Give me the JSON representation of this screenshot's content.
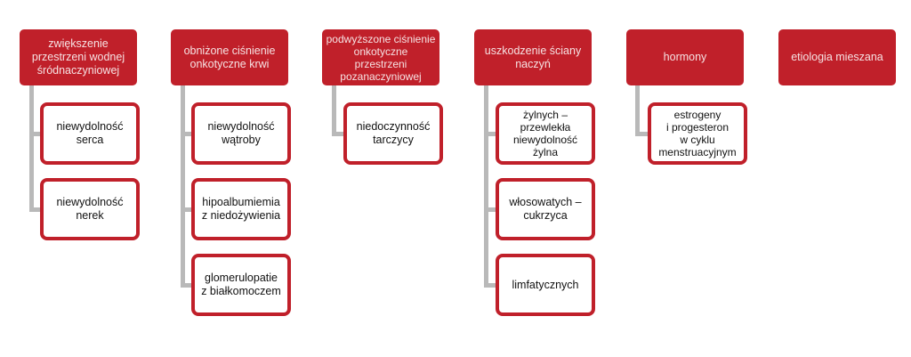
{
  "colors": {
    "parent_fill": "#c0202a",
    "parent_text": "#f6e2e3",
    "child_border": "#c0202a",
    "child_text": "#111111",
    "connector": "#b9b9b9"
  },
  "columns": [
    {
      "label": "zwiększenie\nprzestrzeni wodnej\nśródnaczyniowej",
      "children": [
        {
          "label": "niewydolność\nserca"
        },
        {
          "label": "niewydolność\nnerek"
        }
      ]
    },
    {
      "label": "obniżone ciśnienie\nonkotyczne krwi",
      "children": [
        {
          "label": "niewydolność\nwątroby"
        },
        {
          "label": "hipoalbumiemia\nz niedożywienia"
        },
        {
          "label": "glomerulopatie\nz białkomoczem"
        }
      ]
    },
    {
      "label": "podwyższone ciśnienie\nonkotyczne\nprzestrzeni\npozanaczyniowej",
      "children": [
        {
          "label": "niedoczynność\ntarczycy"
        }
      ]
    },
    {
      "label": "uszkodzenie ściany\nnaczyń",
      "children": [
        {
          "label": "żylnych –\nprzewlekła\nniewydolność\nżylna"
        },
        {
          "label": "włosowatych –\ncukrzyca"
        },
        {
          "label": "limfatycznych"
        }
      ]
    },
    {
      "label": "hormony",
      "children": [
        {
          "label": "estrogeny\ni progesteron\nw cyklu\nmenstruacyjnym"
        }
      ]
    },
    {
      "label": "etiologia mieszana",
      "children": []
    }
  ]
}
